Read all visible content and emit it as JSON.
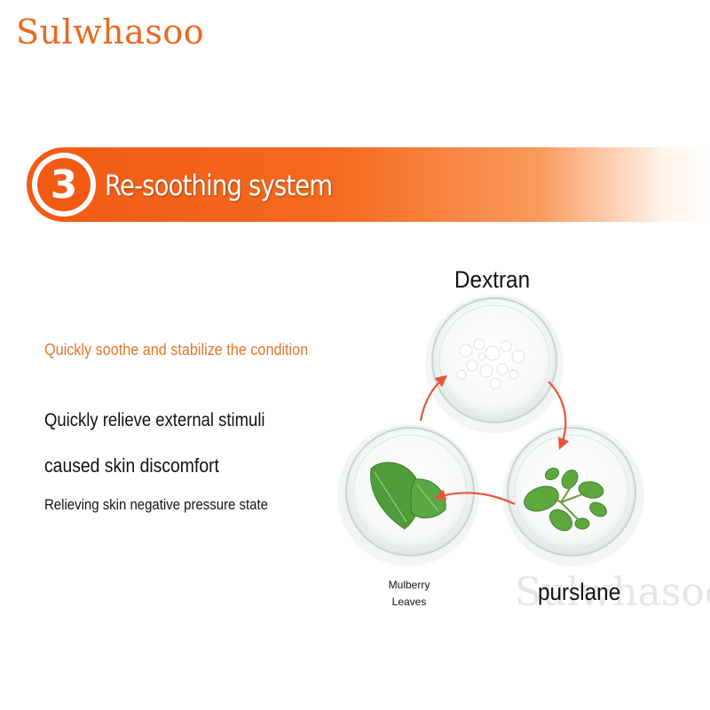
{
  "brand": "Sulwhasoo",
  "banner": {
    "number": "3",
    "title": "Re-soothing system"
  },
  "subtitle": "Quickly soothe and stabilize the condition",
  "lines": [
    "Quickly relieve external stimuli",
    "caused skin discomfort",
    "Relieving skin negative pressure state"
  ],
  "ingredients": {
    "dextran": "Dextran",
    "purslane": "purslane",
    "mulberry": "Mulberry Leaves"
  },
  "watermark": "Sulwhasoo",
  "colors": {
    "accent": "#f25a14",
    "subtitle": "#e8752a",
    "arrow": "#e8553a"
  }
}
